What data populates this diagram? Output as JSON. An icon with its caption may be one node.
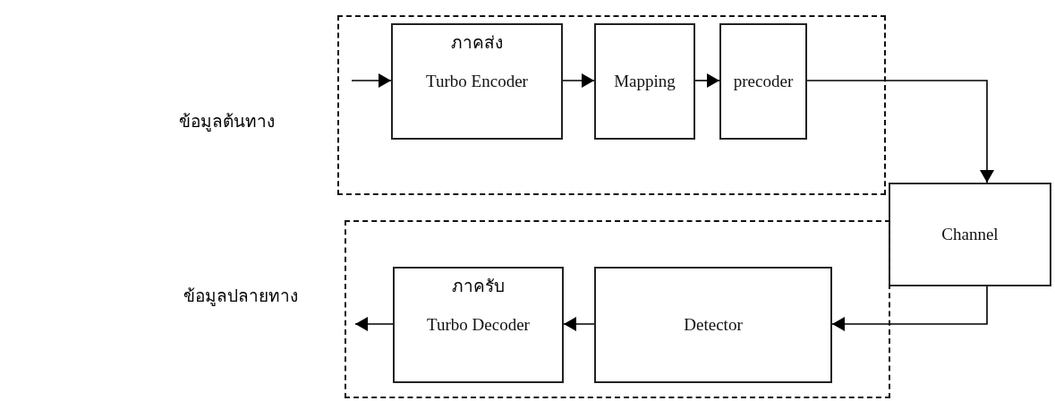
{
  "diagram": {
    "nodes": [
      {
        "text": [],
        "shape": "box"
      },
      {
        "text": [
          "ภาคส่ง",
          "Turbo Encoder"
        ],
        "in": 0
      },
      {
        "text": [
          "Mapping"
        ],
        "in": 0
      },
      {
        "text": [
          "precoder"
        ],
        "in": 0
      },
      {
        "text": [
          "Channel"
        ]
      },
      {
        "text": [],
        "shape": "box"
      },
      {
        "text": [
          "ภาครับ",
          "Turbo Decoder"
        ],
        "in": 5
      },
      {
        "text": [
          "Detector"
        ],
        "in": 5
      }
    ],
    "edges": [
      {
        "from": null,
        "to": 1,
        "arrow": "to"
      },
      {
        "from": 1,
        "to": 2,
        "arrow": "to"
      },
      {
        "from": 2,
        "to": 3,
        "arrow": "to"
      },
      {
        "from": 3,
        "to": 4,
        "arrow": "to"
      },
      {
        "from": 4,
        "to": 7,
        "arrow": "to"
      },
      {
        "from": 7,
        "to": 6,
        "arrow": "to"
      },
      {
        "from": 6,
        "to": null,
        "arrow": "to"
      }
    ],
    "labels": [
      "ข้อมูลต้นทาง",
      "ข้อมูลปลายทาง"
    ]
  }
}
